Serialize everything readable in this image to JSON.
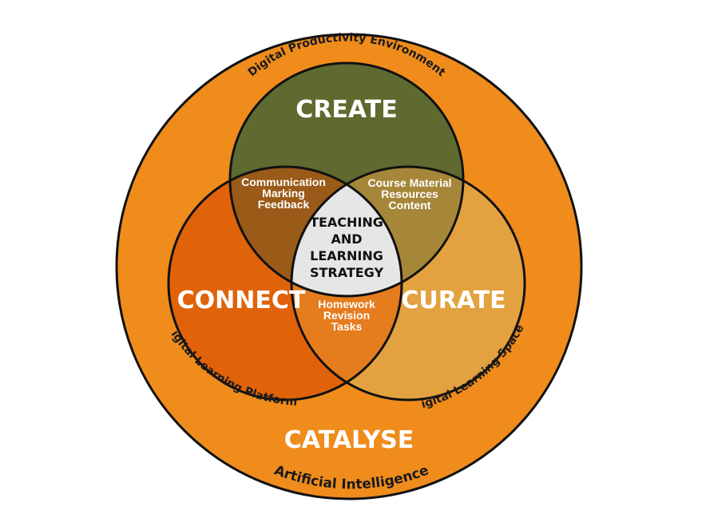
{
  "outer": {
    "title": "CATALYSE",
    "top_label": "Digital Productivity Environment",
    "bottom_label": "Artificial Intelligence"
  },
  "circles": {
    "create": {
      "title": "CREATE",
      "color": "#5e6a2f"
    },
    "connect": {
      "title": "CONNECT",
      "color": "#e0630a",
      "arc_label": "Digital Learning Platforms"
    },
    "curate": {
      "title": "CURATE",
      "color": "#e3a23f",
      "arc_label": "Digital Learning Spaces"
    }
  },
  "overlaps": {
    "create_connect": [
      "Communication",
      "Marking",
      "Feedback"
    ],
    "create_curate": [
      "Course Material",
      "Resources",
      "Content"
    ],
    "connect_curate": [
      "Homework",
      "Revision",
      "Tasks"
    ]
  },
  "center": [
    "TEACHING",
    "AND",
    "LEARNING",
    "STRATEGY"
  ],
  "colors": {
    "outer_fill": "#ef8c1c",
    "center_fill": "#e6e6e6",
    "create_connect_fill": "#9a5a18",
    "create_curate_fill": "#a6873a",
    "connect_curate_fill": "#e57c1e",
    "stroke": "#111111"
  }
}
